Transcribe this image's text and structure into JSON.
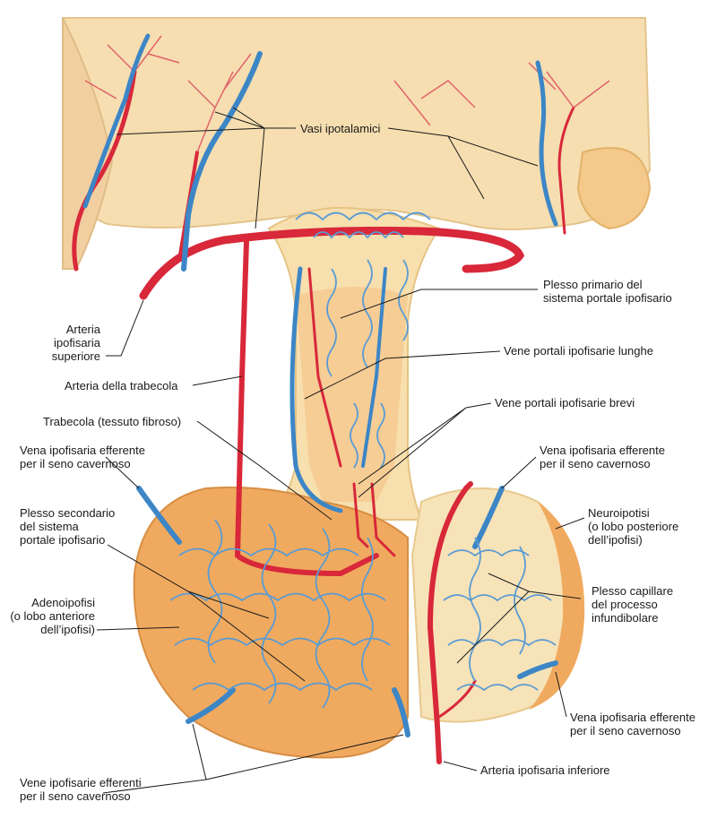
{
  "colors": {
    "background": "#ffffff",
    "brain_tissue": "#f6deb0",
    "gland_orange": "#f0aa5f",
    "posterior_lobe": "#f7e3b8",
    "artery_red": "#d8283a",
    "vein_blue": "#3d86c6",
    "leader_line": "#1a1a1a"
  },
  "labels": {
    "vasi_ipotalamici": "Vasi ipotalamici",
    "plesso_primario": "Plesso primario del\nsistema portale ipofisario",
    "arteria_ipofisaria_superiore": "Arteria\nipofisaria\nsuperiore",
    "vene_portali_lunghe": "Vene portali ipofisarie lunghe",
    "arteria_trabecola": "Arteria della trabecola",
    "vene_portali_brevi": "Vene portali ipofisarie brevi",
    "trabecola": "Trabecola (tessuto fibroso)",
    "vena_efferente_left": "Vena ipofisaria efferente\nper il seno cavernoso",
    "vena_efferente_right_top": "Vena ipofisaria efferente\nper il seno cavernoso",
    "plesso_secondario": "Plesso secondario\ndel sistema\nportale ipofisario",
    "neuroipofisi": "Neuroipotisi\n(o lobo posteriore\ndell’ipofisi)",
    "adenoipofisi": "Adenoipofisi\n(o lobo anteriore\ndell’ipofisi)",
    "plesso_capillare": "Plesso capillare\ndel processo\ninfundibolare",
    "vena_efferente_right_bottom": "Vena ipofisaria efferente\nper il seno cavernoso",
    "vene_efferenti_bottom": "Vene ipofisarie efferenti\nper il seno cavernoso",
    "arteria_inferiore": "Arteria ipofisaria inferiore"
  }
}
